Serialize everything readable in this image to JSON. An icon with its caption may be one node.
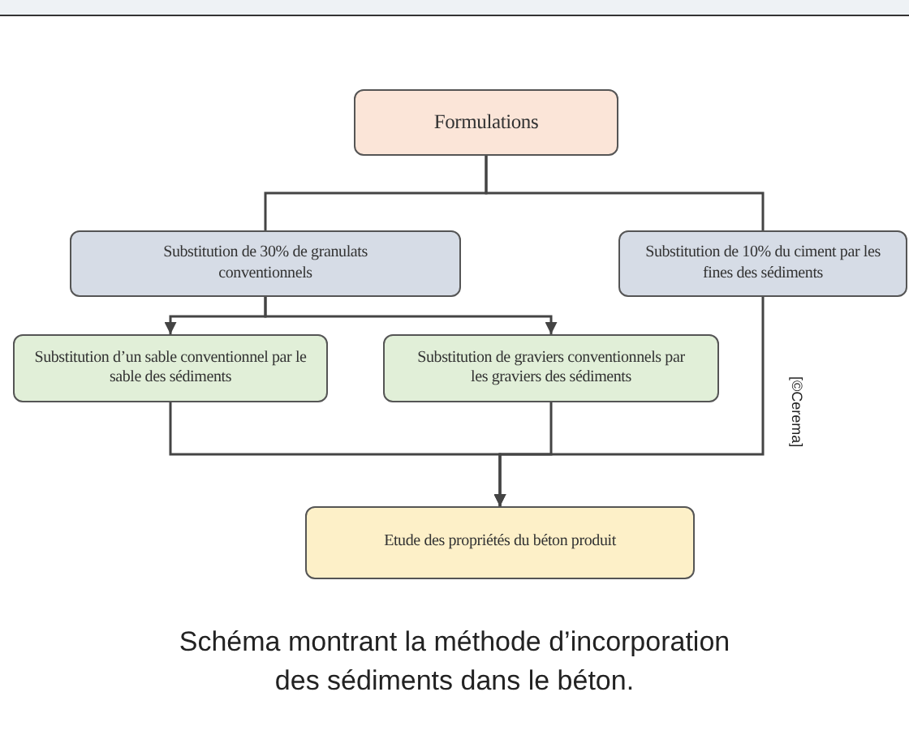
{
  "diagram": {
    "caption": "Schéma montrant la méthode d’incorporation des sédiments dans le béton.",
    "nodes": [
      {
        "text": [
          "Formulations"
        ]
      },
      {
        "text": [
          "Substitution de 30% de granulats conventionnels"
        ]
      },
      {
        "text": [
          "Substitution de 10% du ciment par les fines des sédiments"
        ]
      },
      {
        "text": [
          "Substitution d’un sable conventionnel par le sable des sédiments"
        ]
      },
      {
        "text": [
          "Substitution de graviers conventionnels par les graviers des sédiments"
        ]
      },
      {
        "text": [
          "Etude des propriétés du béton produit"
        ]
      }
    ],
    "edges": [
      {
        "from": 0,
        "to": 1,
        "arrow": "none"
      },
      {
        "from": 0,
        "to": 2,
        "arrow": "none"
      },
      {
        "from": 1,
        "to": 3,
        "arrow": "to"
      },
      {
        "from": 1,
        "to": 4,
        "arrow": "to"
      },
      {
        "from": 3,
        "to": 5,
        "arrow": "to"
      },
      {
        "from": 4,
        "to": 5,
        "arrow": "to"
      },
      {
        "from": 2,
        "to": 5,
        "arrow": "to"
      }
    ],
    "labels": [
      "[©Cerema]"
    ]
  }
}
